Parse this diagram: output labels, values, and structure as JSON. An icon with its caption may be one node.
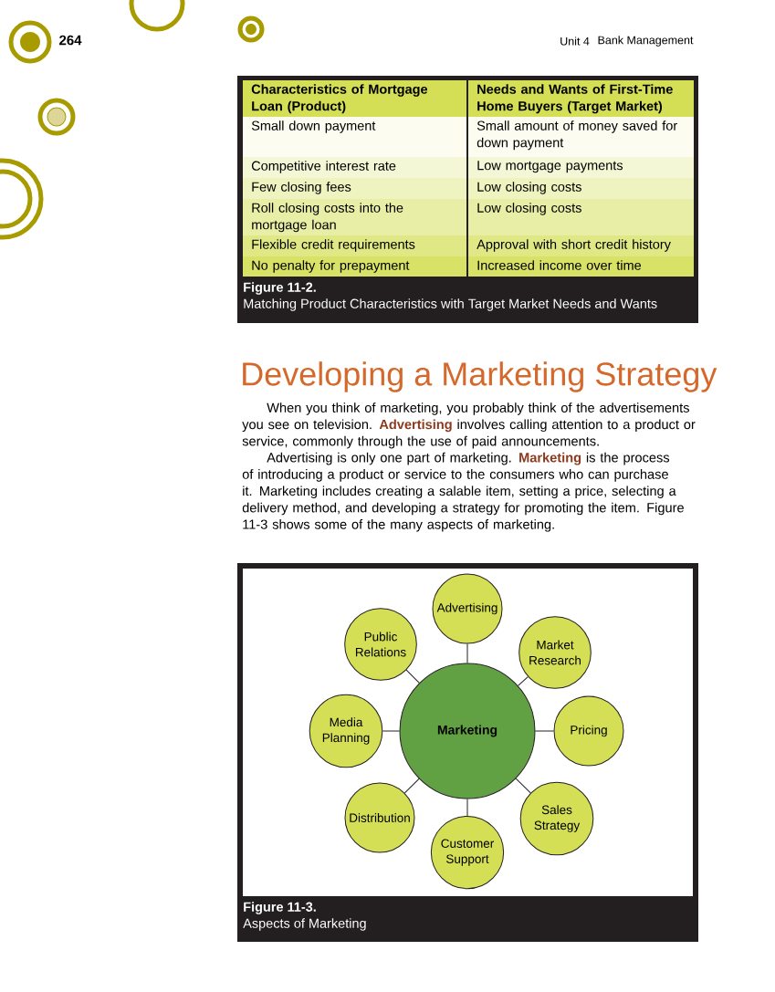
{
  "diagram": {
    "nodes": [
      {
        "text": [
          "Marketing"
        ]
      },
      {
        "text": [
          "Advertising"
        ]
      },
      {
        "text": [
          "Market Research"
        ]
      },
      {
        "text": [
          "Pricing"
        ]
      },
      {
        "text": [
          "Sales Strategy"
        ]
      },
      {
        "text": [
          "Customer Support"
        ]
      },
      {
        "text": [
          "Distribution"
        ]
      },
      {
        "text": [
          "Media Planning"
        ]
      },
      {
        "text": [
          "Public Relations"
        ]
      }
    ],
    "edges": [
      {
        "from": 0,
        "to": 1,
        "arrow": "none"
      },
      {
        "from": 0,
        "to": 2,
        "arrow": "none"
      },
      {
        "from": 0,
        "to": 3,
        "arrow": "none"
      },
      {
        "from": 0,
        "to": 4,
        "arrow": "none"
      },
      {
        "from": 0,
        "to": 5,
        "arrow": "none"
      },
      {
        "from": 0,
        "to": 6,
        "arrow": "none"
      },
      {
        "from": 0,
        "to": 7,
        "arrow": "none"
      },
      {
        "from": 0,
        "to": 8,
        "arrow": "none"
      }
    ],
    "labels": [
      "264",
      "Unit 4",
      "Bank Management",
      "Characteristics of Mortgage Loan (Product)",
      "Needs and Wants of First-Time Home Buyers (Target Market)",
      "Small down payment",
      "Small amount of money saved for down payment",
      "Competitive interest rate",
      "Low mortgage payments",
      "Few closing fees",
      "Low closing costs",
      "Roll closing costs into the mortgage loan",
      "Low closing costs",
      "Flexible credit requirements",
      "Approval with short credit history",
      "No penalty for prepayment",
      "Increased income over time",
      "Figure 11-2.",
      "Matching Product Characteristics with Target Market Needs and Wants",
      "Developing a Marketing Strategy",
      "When you think of marketing, you probably think of the advertisements you see on television. **Advertising** involves calling attention to a product or service, commonly through the use of paid announcements.",
      "Advertising is only one part of marketing. **Marketing** is the process of introducing a product or service to the consumers who can purchase it. Marketing includes creating a salable item, setting a price, selecting a delivery method, and developing a strategy for promoting the item. Figure 11-3 shows some of the many aspects of marketing.",
      "Figure 11-3.",
      "Aspects of Marketing"
    ]
  }
}
